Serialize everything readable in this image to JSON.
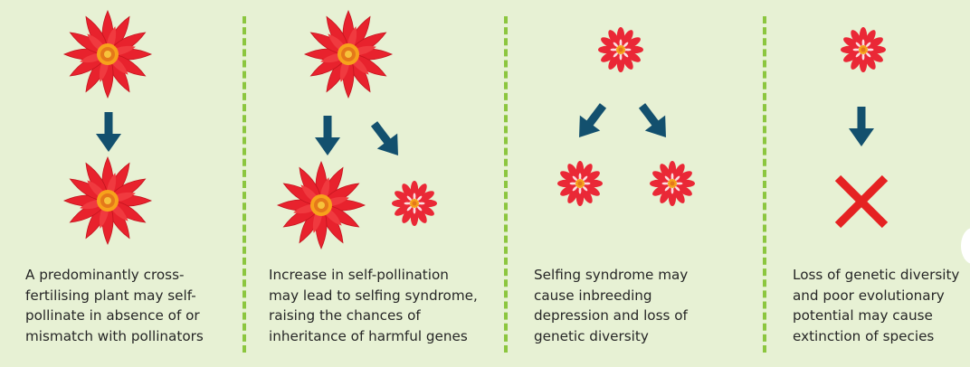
{
  "colors": {
    "background": "#e7f1d4",
    "divider": "#8cc63f",
    "arrow": "#13506e",
    "big_petal": "#e8222d",
    "small_petal": "#ea2836",
    "flower_center": "#f7a21b",
    "cross": "#e52222",
    "text": "#262626"
  },
  "panels": [
    {
      "caption_lines": [
        "A predominantly cross-",
        "fertilising plant may self-",
        "pollinate in absence of or",
        "mismatch with pollinators"
      ]
    },
    {
      "caption_lines": [
        "Increase in self-pollination",
        "may lead to selfing syndrome,",
        "raising the chances of",
        "inheritance of harmful genes"
      ]
    },
    {
      "caption_lines": [
        "Selfing syndrome may",
        "cause inbreeding",
        "depression and loss of",
        "genetic diversity"
      ]
    },
    {
      "caption_lines": [
        "Loss of genetic diversity",
        "and poor evolutionary",
        "potential may cause",
        "extinction of species"
      ]
    }
  ],
  "icons": [
    "large-red-flower",
    "small-red-flower",
    "down-arrow",
    "diagonal-arrow",
    "red-cross"
  ]
}
